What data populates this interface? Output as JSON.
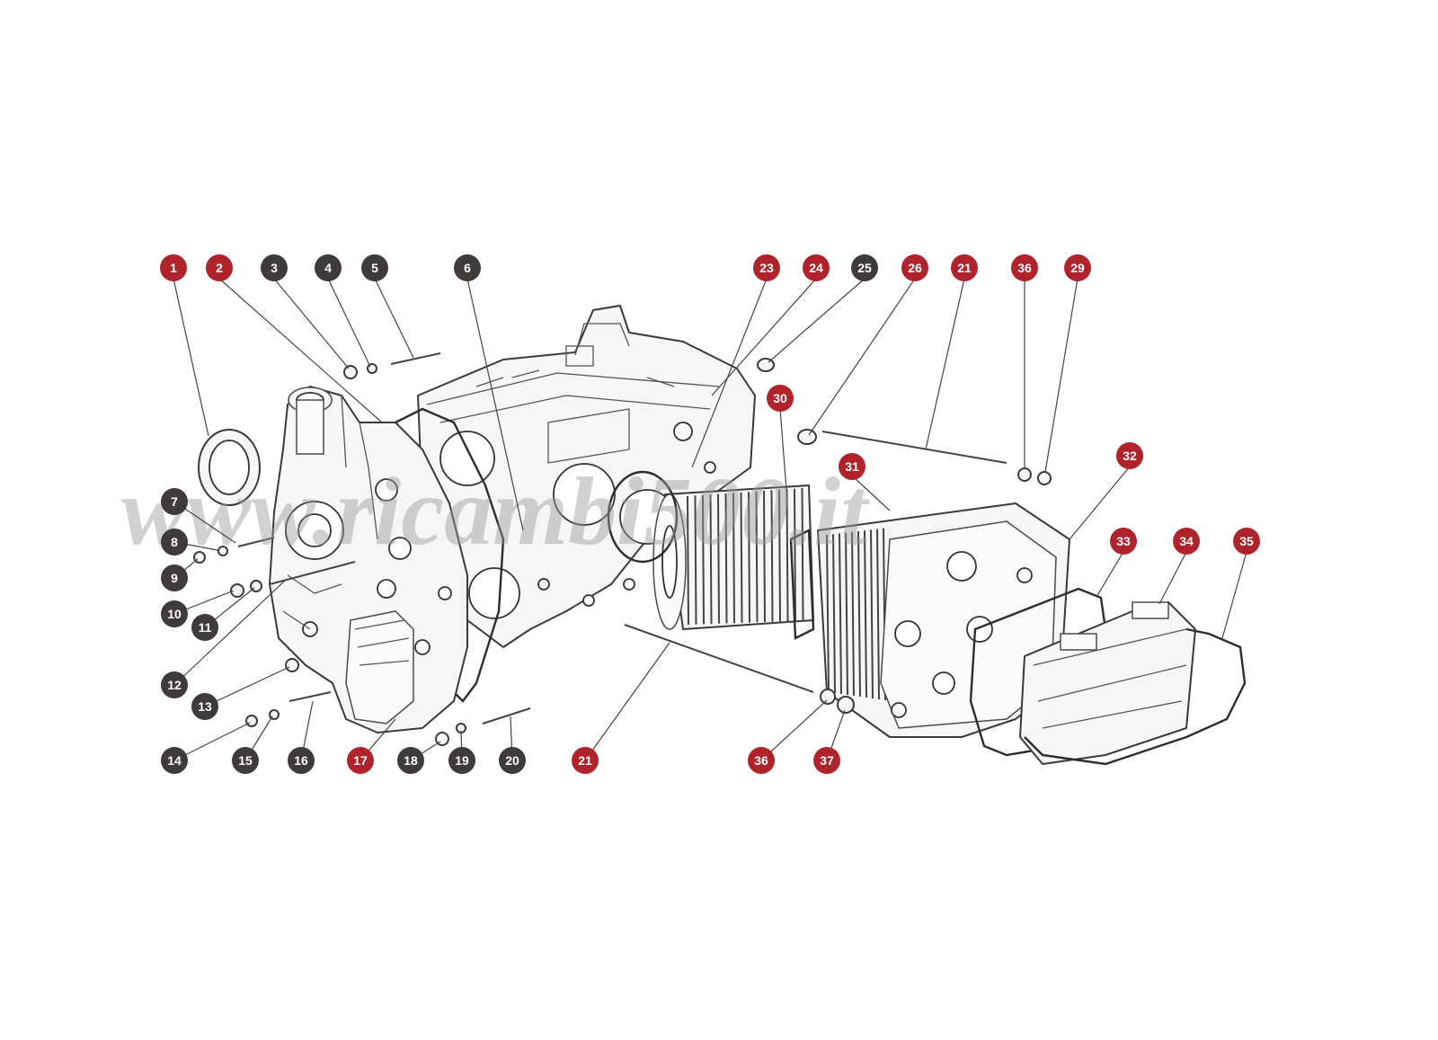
{
  "watermark": "www.ricambi500.it",
  "colors": {
    "red_badge": "#b0232b",
    "dark_badge": "#3f3b3b"
  },
  "labels": [
    {
      "id": "b1",
      "text": "1",
      "color": "red"
    },
    {
      "id": "b2",
      "text": "2",
      "color": "red"
    },
    {
      "id": "b3",
      "text": "3",
      "color": "dark"
    },
    {
      "id": "b4",
      "text": "4",
      "color": "dark"
    },
    {
      "id": "b5",
      "text": "5",
      "color": "dark"
    },
    {
      "id": "b6",
      "text": "6",
      "color": "dark"
    },
    {
      "id": "b7",
      "text": "7",
      "color": "dark"
    },
    {
      "id": "b8",
      "text": "8",
      "color": "dark"
    },
    {
      "id": "b9",
      "text": "9",
      "color": "dark"
    },
    {
      "id": "b10",
      "text": "10",
      "color": "dark"
    },
    {
      "id": "b11",
      "text": "11",
      "color": "dark"
    },
    {
      "id": "b12",
      "text": "12",
      "color": "dark"
    },
    {
      "id": "b13",
      "text": "13",
      "color": "dark"
    },
    {
      "id": "b14",
      "text": "14",
      "color": "dark"
    },
    {
      "id": "b15",
      "text": "15",
      "color": "dark"
    },
    {
      "id": "b16",
      "text": "16",
      "color": "dark"
    },
    {
      "id": "b17",
      "text": "17",
      "color": "red"
    },
    {
      "id": "b18",
      "text": "18",
      "color": "dark"
    },
    {
      "id": "b19",
      "text": "19",
      "color": "dark"
    },
    {
      "id": "b20",
      "text": "20",
      "color": "dark"
    },
    {
      "id": "b21a",
      "text": "21",
      "color": "red"
    },
    {
      "id": "b23",
      "text": "23",
      "color": "red"
    },
    {
      "id": "b24",
      "text": "24",
      "color": "red"
    },
    {
      "id": "b25",
      "text": "25",
      "color": "dark"
    },
    {
      "id": "b26",
      "text": "26",
      "color": "red"
    },
    {
      "id": "b21b",
      "text": "21",
      "color": "red"
    },
    {
      "id": "b36a",
      "text": "36",
      "color": "red"
    },
    {
      "id": "b29",
      "text": "29",
      "color": "red"
    },
    {
      "id": "b30",
      "text": "30",
      "color": "red"
    },
    {
      "id": "b31",
      "text": "31",
      "color": "red"
    },
    {
      "id": "b32",
      "text": "32",
      "color": "red"
    },
    {
      "id": "b33",
      "text": "33",
      "color": "red"
    },
    {
      "id": "b34",
      "text": "34",
      "color": "red"
    },
    {
      "id": "b35",
      "text": "35",
      "color": "red"
    },
    {
      "id": "b36b",
      "text": "36",
      "color": "red"
    },
    {
      "id": "b37",
      "text": "37",
      "color": "red"
    }
  ]
}
